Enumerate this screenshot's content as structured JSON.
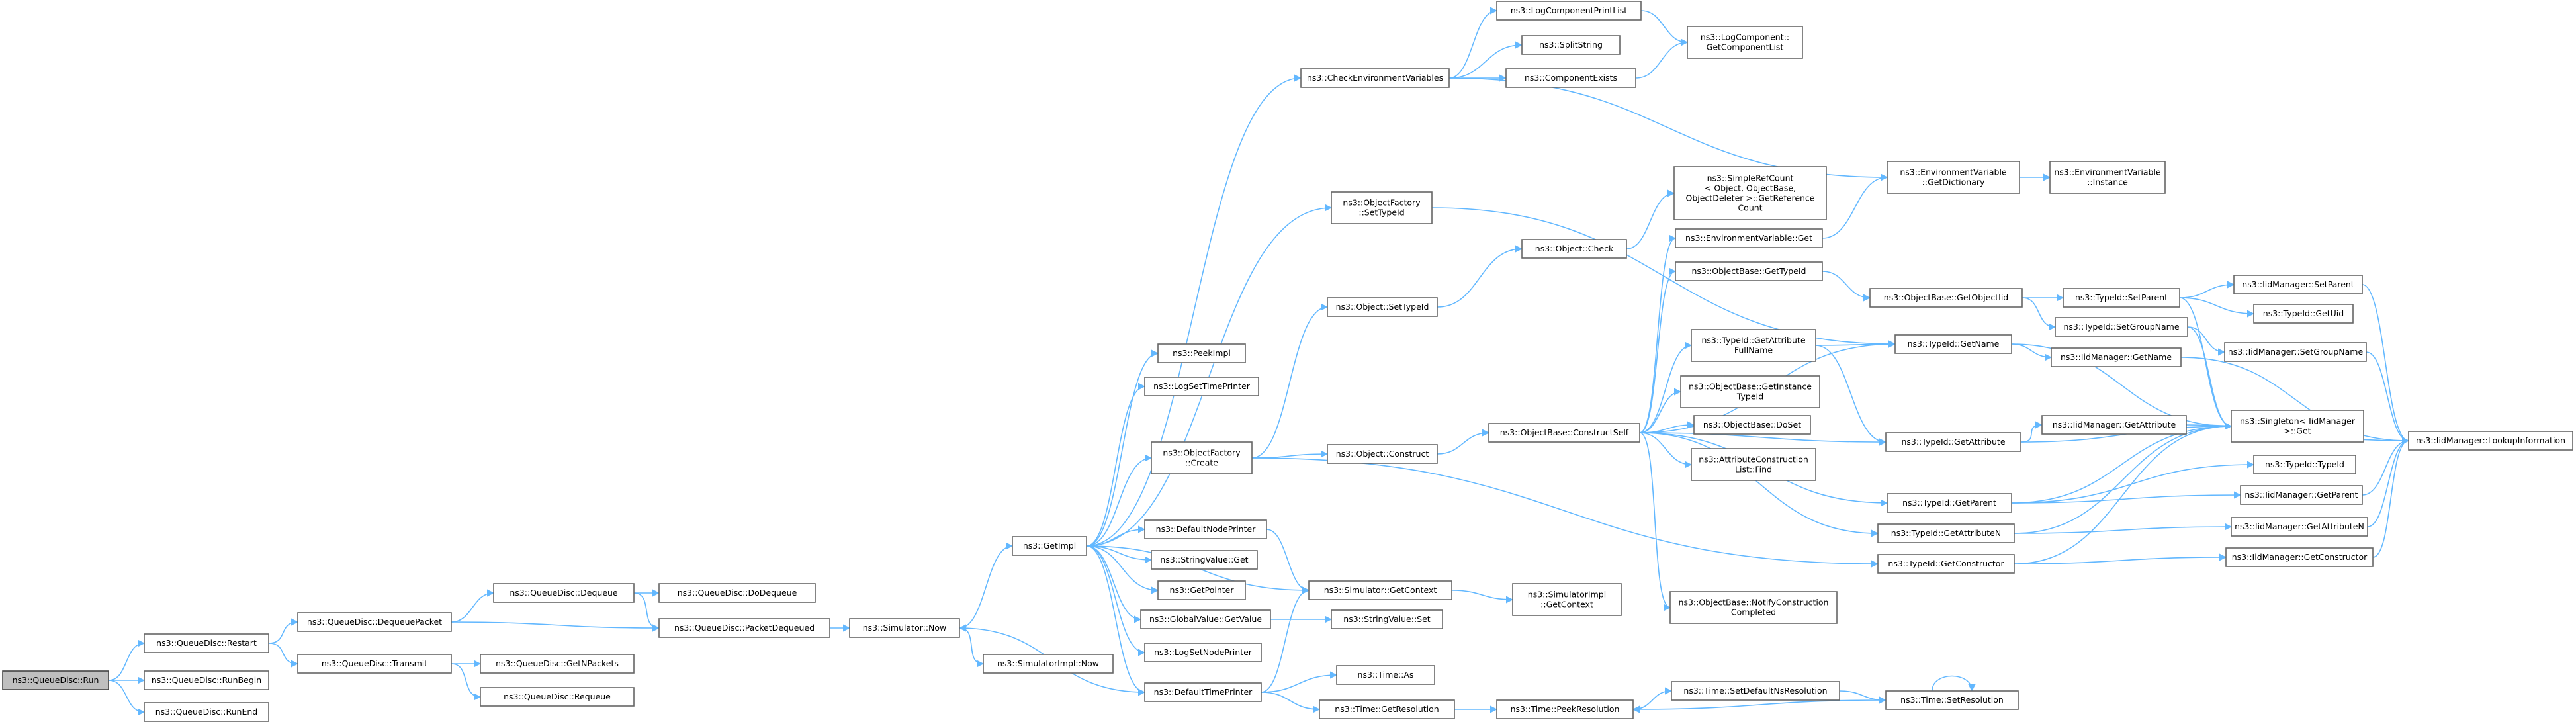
{
  "graph": {
    "edge_color": "#63b8ff",
    "root_fill": "#bfbfbf",
    "nodes": [
      {
        "id": "run",
        "lines": [
          "ns3::QueueDisc::Run"
        ],
        "root": true
      },
      {
        "id": "restart",
        "lines": [
          "ns3::QueueDisc::Restart"
        ]
      },
      {
        "id": "runbegin",
        "lines": [
          "ns3::QueueDisc::RunBegin"
        ]
      },
      {
        "id": "runend",
        "lines": [
          "ns3::QueueDisc::RunEnd"
        ]
      },
      {
        "id": "dequeuepacket",
        "lines": [
          "ns3::QueueDisc::DequeuePacket"
        ]
      },
      {
        "id": "transmit",
        "lines": [
          "ns3::QueueDisc::Transmit"
        ]
      },
      {
        "id": "dequeue",
        "lines": [
          "ns3::QueueDisc::Dequeue"
        ]
      },
      {
        "id": "packetdequeued",
        "lines": [
          "ns3::QueueDisc::PacketDequeued"
        ]
      },
      {
        "id": "getnpackets",
        "lines": [
          "ns3::QueueDisc::GetNPackets"
        ]
      },
      {
        "id": "requeue",
        "lines": [
          "ns3::QueueDisc::Requeue"
        ]
      },
      {
        "id": "dodequeue",
        "lines": [
          "ns3::QueueDisc::DoDequeue"
        ]
      },
      {
        "id": "simnow",
        "lines": [
          "ns3::Simulator::Now"
        ]
      },
      {
        "id": "getimpl",
        "lines": [
          "ns3::GetImpl"
        ]
      },
      {
        "id": "simimplnow",
        "lines": [
          "ns3::SimulatorImpl::Now"
        ]
      },
      {
        "id": "peekimpl",
        "lines": [
          "ns3::PeekImpl"
        ]
      },
      {
        "id": "logsettimeprinter",
        "lines": [
          "ns3::LogSetTimePrinter"
        ]
      },
      {
        "id": "ofcreate",
        "lines": [
          "ns3::ObjectFactory",
          "::Create"
        ]
      },
      {
        "id": "defaultnodeprinter",
        "lines": [
          "ns3::DefaultNodePrinter"
        ]
      },
      {
        "id": "stringvalueget",
        "lines": [
          "ns3::StringValue::Get"
        ]
      },
      {
        "id": "getpointer",
        "lines": [
          "ns3::GetPointer"
        ]
      },
      {
        "id": "globalvaluegetvalue",
        "lines": [
          "ns3::GlobalValue::GetValue"
        ]
      },
      {
        "id": "logsetnodeprinter",
        "lines": [
          "ns3::LogSetNodePrinter"
        ]
      },
      {
        "id": "defaulttimeprinter",
        "lines": [
          "ns3::DefaultTimePrinter"
        ]
      },
      {
        "id": "checkenv",
        "lines": [
          "ns3::CheckEnvironmentVariables"
        ]
      },
      {
        "id": "ofsettypeid",
        "lines": [
          "ns3::ObjectFactory",
          "::SetTypeId"
        ]
      },
      {
        "id": "objsettypeid",
        "lines": [
          "ns3::Object::SetTypeId"
        ]
      },
      {
        "id": "objconstruct",
        "lines": [
          "ns3::Object::Construct"
        ]
      },
      {
        "id": "simgetcontext",
        "lines": [
          "ns3::Simulator::GetContext"
        ]
      },
      {
        "id": "stringvalueset",
        "lines": [
          "ns3::StringValue::Set"
        ]
      },
      {
        "id": "timeas",
        "lines": [
          "ns3::Time::As"
        ]
      },
      {
        "id": "timegetresolution",
        "lines": [
          "ns3::Time::GetResolution"
        ]
      },
      {
        "id": "logcompprintlist",
        "lines": [
          "ns3::LogComponentPrintList"
        ]
      },
      {
        "id": "splitstring",
        "lines": [
          "ns3::SplitString"
        ]
      },
      {
        "id": "componentexists",
        "lines": [
          "ns3::ComponentExists"
        ]
      },
      {
        "id": "objcheck",
        "lines": [
          "ns3::Object::Check"
        ]
      },
      {
        "id": "obconstructself",
        "lines": [
          "ns3::ObjectBase::ConstructSelf"
        ]
      },
      {
        "id": "simimplgetcontext",
        "lines": [
          "ns3::SimulatorImpl",
          "::GetContext"
        ]
      },
      {
        "id": "timepeekresolution",
        "lines": [
          "ns3::Time::PeekResolution"
        ]
      },
      {
        "id": "logcompgetlist",
        "lines": [
          "ns3::LogComponent::",
          "GetComponentList"
        ]
      },
      {
        "id": "simplerefcount",
        "lines": [
          "ns3::SimpleRefCount",
          "< Object, ObjectBase,",
          "ObjectDeleter >::GetReference",
          "Count"
        ]
      },
      {
        "id": "envvarget",
        "lines": [
          "ns3::EnvironmentVariable::Get"
        ]
      },
      {
        "id": "obgettypeid",
        "lines": [
          "ns3::ObjectBase::GetTypeId"
        ]
      },
      {
        "id": "tidgetattrfullname",
        "lines": [
          "ns3::TypeId::GetAttribute",
          "FullName"
        ]
      },
      {
        "id": "obgetinstancetypeid",
        "lines": [
          "ns3::ObjectBase::GetInstance",
          "TypeId"
        ]
      },
      {
        "id": "obdoset",
        "lines": [
          "ns3::ObjectBase::DoSet"
        ]
      },
      {
        "id": "attrconstructionlistfind",
        "lines": [
          "ns3::AttributeConstruction",
          "List::Find"
        ]
      },
      {
        "id": "obnotifyconstructioncompleted",
        "lines": [
          "ns3::ObjectBase::NotifyConstruction",
          "Completed"
        ]
      },
      {
        "id": "timesetdefaultnsres",
        "lines": [
          "ns3::Time::SetDefaultNsResolution"
        ]
      },
      {
        "id": "envvargetdict",
        "lines": [
          "ns3::EnvironmentVariable",
          "::GetDictionary"
        ]
      },
      {
        "id": "obgetobjectiid",
        "lines": [
          "ns3::ObjectBase::GetObjectIid"
        ]
      },
      {
        "id": "tidgetname",
        "lines": [
          "ns3::TypeId::GetName"
        ]
      },
      {
        "id": "tidgetattribute",
        "lines": [
          "ns3::TypeId::GetAttribute"
        ]
      },
      {
        "id": "tidgetparent",
        "lines": [
          "ns3::TypeId::GetParent"
        ]
      },
      {
        "id": "tidgetattributen",
        "lines": [
          "ns3::TypeId::GetAttributeN"
        ]
      },
      {
        "id": "tidgetconstructor",
        "lines": [
          "ns3::TypeId::GetConstructor"
        ]
      },
      {
        "id": "timesetresolution",
        "lines": [
          "ns3::Time::SetResolution"
        ]
      },
      {
        "id": "envvarinstance",
        "lines": [
          "ns3::EnvironmentVariable",
          "::Instance"
        ]
      },
      {
        "id": "tidsetparent",
        "lines": [
          "ns3::TypeId::SetParent"
        ]
      },
      {
        "id": "tidsetgroupname",
        "lines": [
          "ns3::TypeId::SetGroupName"
        ]
      },
      {
        "id": "iidmgrgetname",
        "lines": [
          "ns3::IidManager::GetName"
        ]
      },
      {
        "id": "iidmgrgetattribute",
        "lines": [
          "ns3::IidManager::GetAttribute"
        ]
      },
      {
        "id": "singletonget",
        "lines": [
          "ns3::Singleton< IidManager",
          " >::Get"
        ]
      },
      {
        "id": "iidmgrsetparent",
        "lines": [
          "ns3::IidManager::SetParent"
        ]
      },
      {
        "id": "tidgetuid",
        "lines": [
          "ns3::TypeId::GetUid"
        ]
      },
      {
        "id": "iidmgrsetgroupname",
        "lines": [
          "ns3::IidManager::SetGroupName"
        ]
      },
      {
        "id": "tidtypeid",
        "lines": [
          "ns3::TypeId::TypeId"
        ]
      },
      {
        "id": "iidmgrgetparent",
        "lines": [
          "ns3::IidManager::GetParent"
        ]
      },
      {
        "id": "iidmgrgetattributen",
        "lines": [
          "ns3::IidManager::GetAttributeN"
        ]
      },
      {
        "id": "iidmgrgetconstructor",
        "lines": [
          "ns3::IidManager::GetConstructor"
        ]
      },
      {
        "id": "iidmgrlookupinfo",
        "lines": [
          "ns3::IidManager::LookupInformation"
        ]
      }
    ],
    "edges": [
      [
        "run",
        "restart"
      ],
      [
        "run",
        "runbegin"
      ],
      [
        "run",
        "runend"
      ],
      [
        "restart",
        "dequeuepacket"
      ],
      [
        "restart",
        "transmit"
      ],
      [
        "dequeuepacket",
        "dequeue"
      ],
      [
        "dequeuepacket",
        "packetdequeued"
      ],
      [
        "transmit",
        "getnpackets"
      ],
      [
        "transmit",
        "requeue"
      ],
      [
        "dequeue",
        "dodequeue"
      ],
      [
        "dequeue",
        "packetdequeued"
      ],
      [
        "packetdequeued",
        "simnow"
      ],
      [
        "simnow",
        "getimpl"
      ],
      [
        "simnow",
        "simimplnow"
      ],
      [
        "getimpl",
        "peekimpl"
      ],
      [
        "getimpl",
        "logsettimeprinter"
      ],
      [
        "getimpl",
        "ofcreate"
      ],
      [
        "getimpl",
        "defaultnodeprinter"
      ],
      [
        "getimpl",
        "stringvalueget"
      ],
      [
        "getimpl",
        "getpointer"
      ],
      [
        "getimpl",
        "globalvaluegetvalue"
      ],
      [
        "getimpl",
        "logsetnodeprinter"
      ],
      [
        "getimpl",
        "defaulttimeprinter"
      ],
      [
        "getimpl",
        "checkenv"
      ],
      [
        "getimpl",
        "ofsettypeid"
      ],
      [
        "getimpl",
        "simgetcontext"
      ],
      [
        "defaulttimeprinter",
        "simnow"
      ],
      [
        "defaulttimeprinter",
        "timeas"
      ],
      [
        "defaulttimeprinter",
        "timegetresolution"
      ],
      [
        "defaulttimeprinter",
        "simgetcontext"
      ],
      [
        "defaultnodeprinter",
        "simgetcontext"
      ],
      [
        "globalvaluegetvalue",
        "stringvalueset"
      ],
      [
        "ofcreate",
        "objsettypeid"
      ],
      [
        "ofcreate",
        "objconstruct"
      ],
      [
        "ofcreate",
        "tidgetconstructor"
      ],
      [
        "objsettypeid",
        "objcheck"
      ],
      [
        "objconstruct",
        "obconstructself"
      ],
      [
        "objcheck",
        "simplerefcount"
      ],
      [
        "simgetcontext",
        "simimplgetcontext"
      ],
      [
        "timegetresolution",
        "timepeekresolution"
      ],
      [
        "checkenv",
        "logcompprintlist"
      ],
      [
        "checkenv",
        "splitstring"
      ],
      [
        "checkenv",
        "componentexists"
      ],
      [
        "checkenv",
        "envvargetdict"
      ],
      [
        "logcompprintlist",
        "logcompgetlist"
      ],
      [
        "componentexists",
        "logcompgetlist"
      ],
      [
        "ofsettypeid",
        "tidgetname"
      ],
      [
        "obconstructself",
        "envvarget"
      ],
      [
        "obconstructself",
        "obgettypeid"
      ],
      [
        "obconstructself",
        "tidgetattrfullname"
      ],
      [
        "obconstructself",
        "obgetinstancetypeid"
      ],
      [
        "obconstructself",
        "obdoset"
      ],
      [
        "obconstructself",
        "attrconstructionlistfind"
      ],
      [
        "obconstructself",
        "obnotifyconstructioncompleted"
      ],
      [
        "obconstructself",
        "tidgetname"
      ],
      [
        "obconstructself",
        "tidgetattribute"
      ],
      [
        "obconstructself",
        "tidgetparent"
      ],
      [
        "obconstructself",
        "tidgetattributen"
      ],
      [
        "envvarget",
        "envvargetdict"
      ],
      [
        "envvargetdict",
        "envvarinstance"
      ],
      [
        "obgettypeid",
        "obgetobjectiid"
      ],
      [
        "obgetobjectiid",
        "tidsetparent"
      ],
      [
        "obgetobjectiid",
        "tidsetgroupname"
      ],
      [
        "tidgetattrfullname",
        "tidgetname"
      ],
      [
        "tidgetattrfullname",
        "tidgetattribute"
      ],
      [
        "tidgetname",
        "iidmgrgetname"
      ],
      [
        "tidgetname",
        "singletonget"
      ],
      [
        "tidgetattribute",
        "iidmgrgetattribute"
      ],
      [
        "tidgetattribute",
        "singletonget"
      ],
      [
        "tidgetparent",
        "iidmgrgetparent"
      ],
      [
        "tidgetparent",
        "singletonget"
      ],
      [
        "tidgetparent",
        "tidtypeid"
      ],
      [
        "tidgetattributen",
        "iidmgrgetattributen"
      ],
      [
        "tidgetattributen",
        "singletonget"
      ],
      [
        "tidgetconstructor",
        "iidmgrgetconstructor"
      ],
      [
        "tidgetconstructor",
        "singletonget"
      ],
      [
        "tidsetparent",
        "iidmgrsetparent"
      ],
      [
        "tidsetparent",
        "tidgetuid"
      ],
      [
        "tidsetparent",
        "singletonget"
      ],
      [
        "tidsetgroupname",
        "iidmgrsetgroupname"
      ],
      [
        "tidsetgroupname",
        "singletonget"
      ],
      [
        "iidmgrgetname",
        "iidmgrlookupinfo"
      ],
      [
        "iidmgrgetattribute",
        "iidmgrlookupinfo"
      ],
      [
        "iidmgrsetparent",
        "iidmgrlookupinfo"
      ],
      [
        "iidmgrsetgroupname",
        "iidmgrlookupinfo"
      ],
      [
        "iidmgrgetparent",
        "iidmgrlookupinfo"
      ],
      [
        "iidmgrgetattributen",
        "iidmgrlookupinfo"
      ],
      [
        "iidmgrgetconstructor",
        "iidmgrlookupinfo"
      ],
      [
        "timepeekresolution",
        "timesetdefaultnsres"
      ],
      [
        "timesetdefaultnsres",
        "timesetresolution"
      ],
      [
        "timesetresolution",
        "timepeekresolution"
      ],
      [
        "timesetresolution",
        "timesetresolution"
      ]
    ]
  }
}
